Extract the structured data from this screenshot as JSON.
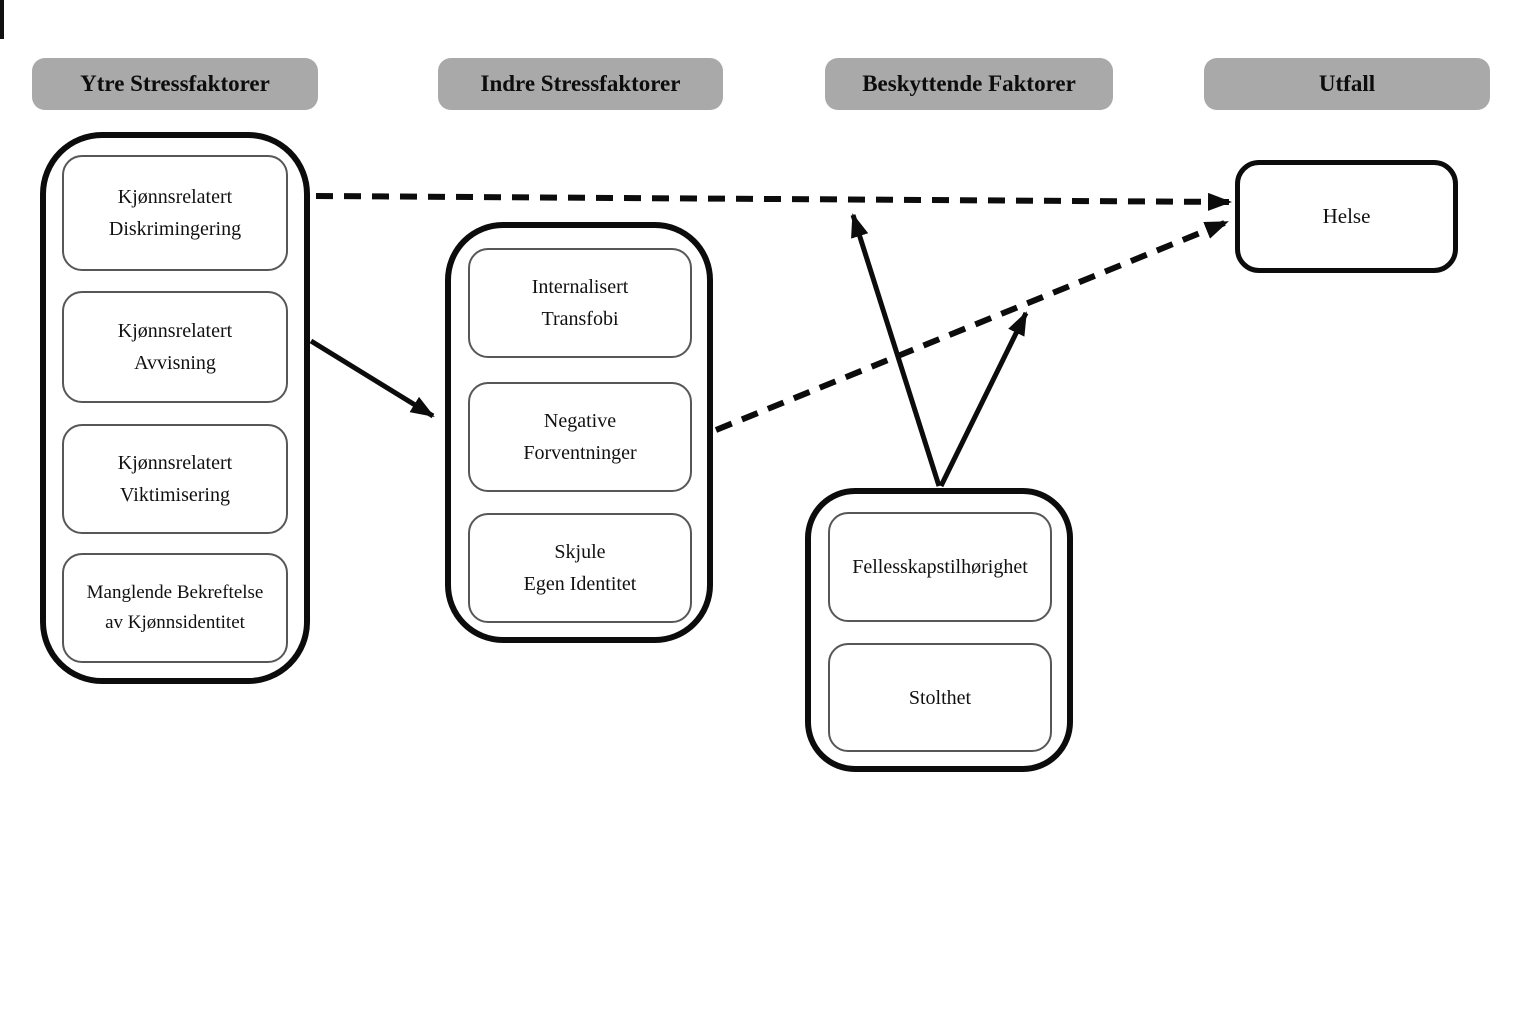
{
  "diagram": {
    "headers": [
      {
        "label": "Ytre Stressfaktorer"
      },
      {
        "label": "Indre Stressfaktorer"
      },
      {
        "label": "Beskyttende Faktorer"
      },
      {
        "label": "Utfall"
      }
    ],
    "groups": {
      "ytre": {
        "items": [
          "Kjønnsrelatert\nDiskrimingering",
          "Kjønnsrelatert\nAvvisning",
          "Kjønnsrelatert\nViktimisering",
          "Manglende Bekreftelse\nav Kjønnsidentitet"
        ]
      },
      "indre": {
        "items": [
          "Internalisert\nTransfobi",
          "Negative\nForventninger",
          "Skjule\nEgen Identitet"
        ]
      },
      "beskyttende": {
        "items": [
          "Fellesskapstilhørighet",
          "Stolthet"
        ]
      },
      "utfall": {
        "items": [
          "Helse"
        ]
      }
    },
    "edges": [
      {
        "from": "Ytre Stressfaktorer",
        "to": "Helse",
        "style": "dashed-arrow"
      },
      {
        "from": "Ytre Stressfaktorer",
        "to": "Indre Stressfaktorer",
        "style": "solid-arrow"
      },
      {
        "from": "Indre Stressfaktorer",
        "to": "Helse",
        "style": "dashed-arrow"
      },
      {
        "from": "Beskyttende Faktorer",
        "to": "path Ytre Stressfaktorer → Helse",
        "style": "solid-arrow"
      },
      {
        "from": "Beskyttende Faktorer",
        "to": "path Indre Stressfaktorer → Helse",
        "style": "solid-arrow"
      }
    ],
    "colors": {
      "header_bg": "#a9a9a9",
      "line": "#0c0c0c",
      "inner_box_border": "#575757",
      "background": "#ffffff"
    }
  }
}
